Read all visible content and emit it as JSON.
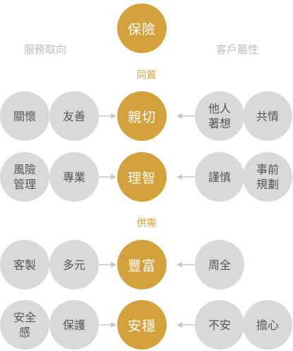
{
  "colors": {
    "gold": "#d3a23c",
    "gray_node": "#d9d9d9",
    "gray_text": "#555555",
    "side_label": "#bdbdbd",
    "arrow": "#c8c8c8"
  },
  "top_node": "保險",
  "left_header": "服務取向",
  "right_header": "客戶屬性",
  "groups": [
    "同質",
    "供需"
  ],
  "rows": [
    {
      "left": [
        "關懷",
        "友善"
      ],
      "center": "親切",
      "right": [
        "他人\n著想",
        "共情"
      ]
    },
    {
      "left": [
        "風險\n管理",
        "專業"
      ],
      "center": "理智",
      "right": [
        "謹慎",
        "事前\n規劃"
      ]
    },
    {
      "left": [
        "客製",
        "多元"
      ],
      "center": "豐富",
      "right": [
        "周全"
      ]
    },
    {
      "left": [
        "安全\n感",
        "保護"
      ],
      "center": "安穩",
      "right": [
        "不安",
        "擔心"
      ]
    }
  ]
}
